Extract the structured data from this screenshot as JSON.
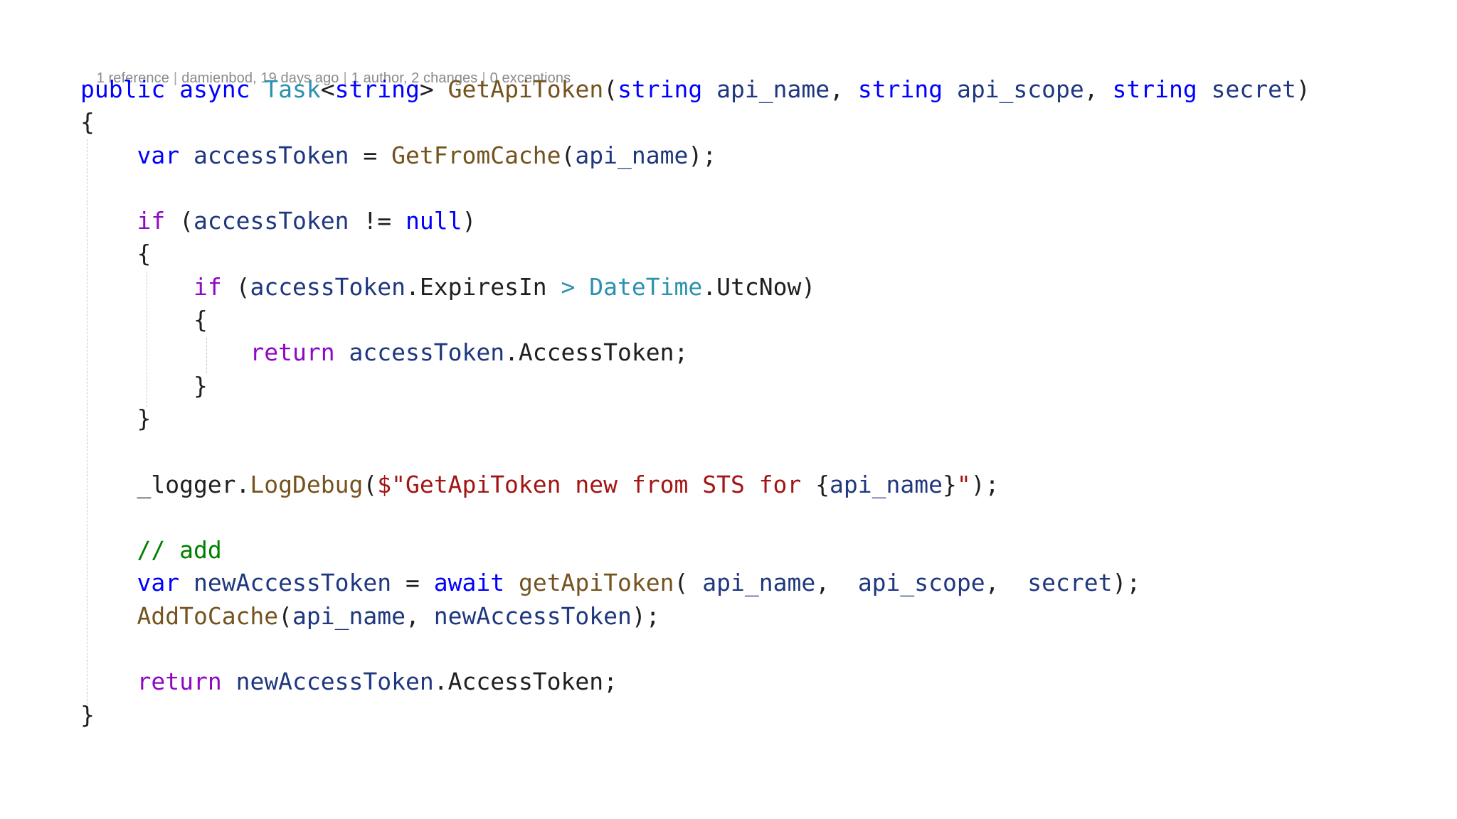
{
  "codelens": {
    "references": "1 reference",
    "author_time": "damienbod, 19 days ago",
    "authors_changes": "1 author, 2 changes",
    "exceptions": "0 exceptions"
  },
  "code_lines": [
    [
      {
        "t": "public",
        "c": "kw"
      },
      {
        "t": " ",
        "c": "pl"
      },
      {
        "t": "async",
        "c": "kw"
      },
      {
        "t": " ",
        "c": "pl"
      },
      {
        "t": "Task",
        "c": "type"
      },
      {
        "t": "<",
        "c": "pl"
      },
      {
        "t": "string",
        "c": "kw"
      },
      {
        "t": "> ",
        "c": "pl"
      },
      {
        "t": "GetApiToken",
        "c": "fn"
      },
      {
        "t": "(",
        "c": "pl"
      },
      {
        "t": "string",
        "c": "kw"
      },
      {
        "t": " ",
        "c": "pl"
      },
      {
        "t": "api_name",
        "c": "id"
      },
      {
        "t": ", ",
        "c": "pl"
      },
      {
        "t": "string",
        "c": "kw"
      },
      {
        "t": " ",
        "c": "pl"
      },
      {
        "t": "api_scope",
        "c": "id"
      },
      {
        "t": ", ",
        "c": "pl"
      },
      {
        "t": "string",
        "c": "kw"
      },
      {
        "t": " ",
        "c": "pl"
      },
      {
        "t": "secret",
        "c": "id"
      },
      {
        "t": ")",
        "c": "pl"
      }
    ],
    [
      {
        "t": "{",
        "c": "pl"
      }
    ],
    [
      {
        "t": "    ",
        "c": "pl"
      },
      {
        "t": "var",
        "c": "kw"
      },
      {
        "t": " ",
        "c": "pl"
      },
      {
        "t": "accessToken",
        "c": "id"
      },
      {
        "t": " = ",
        "c": "pl"
      },
      {
        "t": "GetFromCache",
        "c": "fn"
      },
      {
        "t": "(",
        "c": "pl"
      },
      {
        "t": "api_name",
        "c": "id"
      },
      {
        "t": ");",
        "c": "pl"
      }
    ],
    [],
    [
      {
        "t": "    ",
        "c": "pl"
      },
      {
        "t": "if",
        "c": "ctl"
      },
      {
        "t": " (",
        "c": "pl"
      },
      {
        "t": "accessToken",
        "c": "id"
      },
      {
        "t": " != ",
        "c": "pl"
      },
      {
        "t": "null",
        "c": "kw"
      },
      {
        "t": ")",
        "c": "pl"
      }
    ],
    [
      {
        "t": "    {",
        "c": "pl"
      }
    ],
    [
      {
        "t": "        ",
        "c": "pl"
      },
      {
        "t": "if",
        "c": "ctl"
      },
      {
        "t": " (",
        "c": "pl"
      },
      {
        "t": "accessToken",
        "c": "id"
      },
      {
        "t": ".ExpiresIn ",
        "c": "pl"
      },
      {
        "t": ">",
        "c": "type"
      },
      {
        "t": " ",
        "c": "pl"
      },
      {
        "t": "DateTime",
        "c": "type"
      },
      {
        "t": ".UtcNow)",
        "c": "pl"
      }
    ],
    [
      {
        "t": "        {",
        "c": "pl"
      }
    ],
    [
      {
        "t": "            ",
        "c": "pl"
      },
      {
        "t": "return",
        "c": "ctl"
      },
      {
        "t": " ",
        "c": "pl"
      },
      {
        "t": "accessToken",
        "c": "id"
      },
      {
        "t": ".AccessToken;",
        "c": "pl"
      }
    ],
    [
      {
        "t": "        }",
        "c": "pl"
      }
    ],
    [
      {
        "t": "    }",
        "c": "pl"
      }
    ],
    [],
    [
      {
        "t": "    _logger.",
        "c": "pl"
      },
      {
        "t": "LogDebug",
        "c": "fn"
      },
      {
        "t": "(",
        "c": "pl"
      },
      {
        "t": "$\"GetApiToken new from STS for ",
        "c": "str"
      },
      {
        "t": "{",
        "c": "pl"
      },
      {
        "t": "api_name",
        "c": "id"
      },
      {
        "t": "}",
        "c": "pl"
      },
      {
        "t": "\"",
        "c": "str"
      },
      {
        "t": ");",
        "c": "pl"
      }
    ],
    [],
    [
      {
        "t": "    ",
        "c": "pl"
      },
      {
        "t": "// add",
        "c": "cmt"
      }
    ],
    [
      {
        "t": "    ",
        "c": "pl"
      },
      {
        "t": "var",
        "c": "kw"
      },
      {
        "t": " ",
        "c": "pl"
      },
      {
        "t": "newAccessToken",
        "c": "id"
      },
      {
        "t": " = ",
        "c": "pl"
      },
      {
        "t": "await",
        "c": "kw"
      },
      {
        "t": " ",
        "c": "pl"
      },
      {
        "t": "getApiToken",
        "c": "fn"
      },
      {
        "t": "( ",
        "c": "pl"
      },
      {
        "t": "api_name",
        "c": "id"
      },
      {
        "t": ",  ",
        "c": "pl"
      },
      {
        "t": "api_scope",
        "c": "id"
      },
      {
        "t": ",  ",
        "c": "pl"
      },
      {
        "t": "secret",
        "c": "id"
      },
      {
        "t": ");",
        "c": "pl"
      }
    ],
    [
      {
        "t": "    ",
        "c": "pl"
      },
      {
        "t": "AddToCache",
        "c": "fn"
      },
      {
        "t": "(",
        "c": "pl"
      },
      {
        "t": "api_name",
        "c": "id"
      },
      {
        "t": ", ",
        "c": "pl"
      },
      {
        "t": "newAccessToken",
        "c": "id"
      },
      {
        "t": ");",
        "c": "pl"
      }
    ],
    [],
    [
      {
        "t": "    ",
        "c": "pl"
      },
      {
        "t": "return",
        "c": "ctl"
      },
      {
        "t": " ",
        "c": "pl"
      },
      {
        "t": "newAccessToken",
        "c": "id"
      },
      {
        "t": ".AccessToken;",
        "c": "pl"
      }
    ],
    [
      {
        "t": "}",
        "c": "pl"
      }
    ]
  ],
  "colors": {
    "keyword": "#0000ff",
    "control": "#8f08c4",
    "type": "#2b91af",
    "method": "#74531f",
    "identifier": "#1f377f",
    "string": "#a31515",
    "comment": "#008000",
    "plain": "#1f1f1f",
    "codelens": "#8a8a8a"
  }
}
